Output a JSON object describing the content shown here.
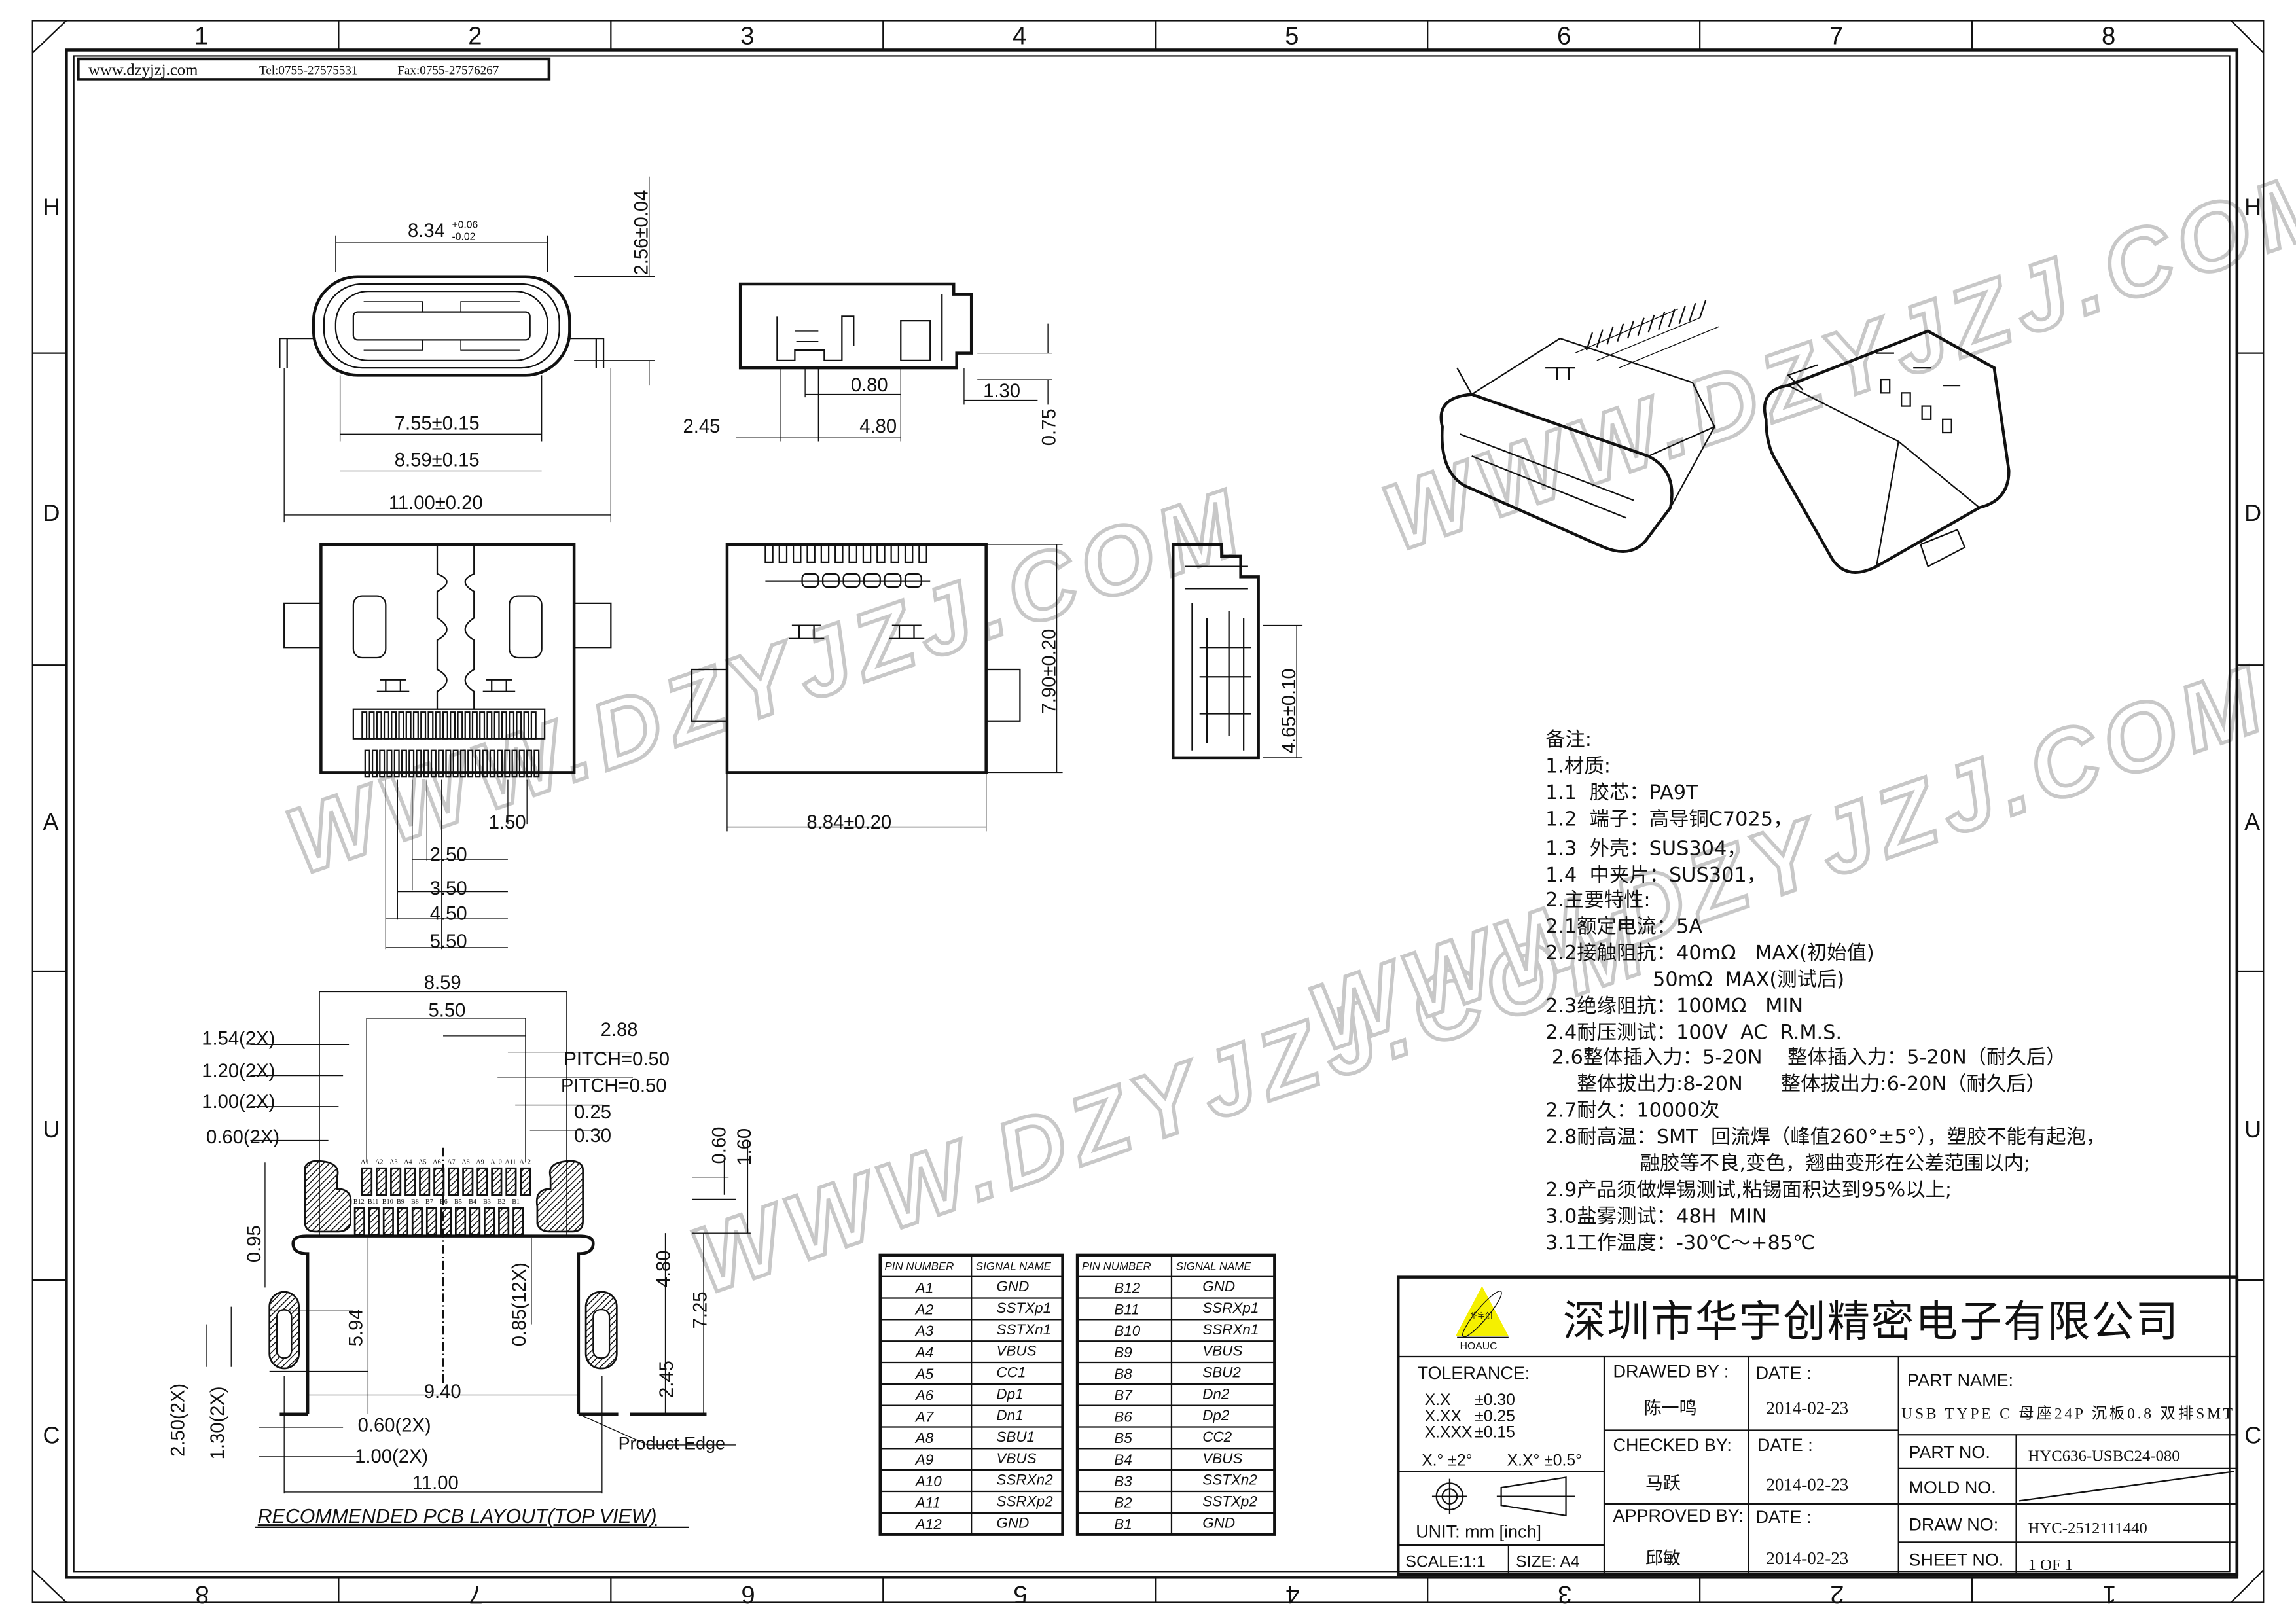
{
  "header": {
    "website": "www.dzyjzj.com",
    "tel": "Tel:0755-27575531",
    "fax": "Fax:0755-27576267"
  },
  "frame": {
    "columns_top": [
      "1",
      "2",
      "3",
      "4",
      "5",
      "6",
      "7",
      "8"
    ],
    "columns_bottom": [
      "8",
      "7",
      "6",
      "5",
      "4",
      "3",
      "2",
      "1"
    ],
    "rows": [
      "H",
      "D",
      "A",
      "U",
      "C"
    ]
  },
  "watermark": "WWW.DZYJZJ.COM",
  "front_view": {
    "width_main": "8.34",
    "width_tol_plus": "+0.06",
    "width_tol_minus": "-0.02",
    "height": "2.56±0.04",
    "inner": "7.55±0.15",
    "shell": "8.59±0.15",
    "overall": "11.00±0.20"
  },
  "side_view": {
    "d1": "0.80",
    "d2": "1.30",
    "d3": "2.45",
    "d4": "4.80",
    "d5": "0.75"
  },
  "top_view": {
    "d1": "1.50",
    "d2": "2.50",
    "d3": "3.50",
    "d4": "4.50",
    "d5": "5.50"
  },
  "bottom_view": {
    "height": "7.90±0.20",
    "width": "8.84±0.20"
  },
  "side_view2": {
    "height": "4.65±0.10"
  },
  "pcb": {
    "title": "RECOMMENDED  PCB  LAYOUT(TOP  VIEW)",
    "d_859": "8.59",
    "d_550": "5.50",
    "d_288": "2.88",
    "pitch1": "PITCH=0.50",
    "pitch2": "PITCH=0.50",
    "d_025": "0.25",
    "d_030": "0.30",
    "d_154": "1.54(2X)",
    "d_120": "1.20(2X)",
    "d_100": "1.00(2X)",
    "d_060": "0.60(2X)",
    "d_095": "0.95",
    "d_594": "5.94",
    "d_085": "0.85(12X)",
    "d_480": "4.80",
    "d_725": "7.25",
    "d_245": "2.45",
    "d_060v": "0.60",
    "d_160": "1.60",
    "d_250": "2.50(2X)",
    "d_130": "1.30(2X)",
    "d_940": "9.40",
    "d_060b": "0.60(2X)",
    "d_100b": "1.00(2X)",
    "d_1100": "11.00",
    "product_edge": "Product  Edge",
    "top_pins": [
      "A1",
      "A2",
      "A3",
      "A4",
      "A5",
      "A6",
      "A7",
      "A8",
      "A9",
      "A10",
      "A11",
      "A12"
    ],
    "bottom_pins": [
      "B12",
      "B11",
      "B10",
      "B9",
      "B8",
      "B7",
      "B6",
      "B5",
      "B4",
      "B3",
      "B2",
      "B1"
    ]
  },
  "pin_tables": {
    "header_pin": "PIN  NUMBER",
    "header_signal": "SIGNAL  NAME",
    "a": [
      [
        "A1",
        "GND"
      ],
      [
        "A2",
        "SSTXp1"
      ],
      [
        "A3",
        "SSTXn1"
      ],
      [
        "A4",
        "VBUS"
      ],
      [
        "A5",
        "CC1"
      ],
      [
        "A6",
        "Dp1"
      ],
      [
        "A7",
        "Dn1"
      ],
      [
        "A8",
        "SBU1"
      ],
      [
        "A9",
        "VBUS"
      ],
      [
        "A10",
        "SSRXn2"
      ],
      [
        "A11",
        "SSRXp2"
      ],
      [
        "A12",
        "GND"
      ]
    ],
    "b": [
      [
        "B12",
        "GND"
      ],
      [
        "B11",
        "SSRXp1"
      ],
      [
        "B10",
        "SSRXn1"
      ],
      [
        "B9",
        "VBUS"
      ],
      [
        "B8",
        "SBU2"
      ],
      [
        "B7",
        "Dn2"
      ],
      [
        "B6",
        "Dp2"
      ],
      [
        "B5",
        "CC2"
      ],
      [
        "B4",
        "VBUS"
      ],
      [
        "B3",
        "SSTXn2"
      ],
      [
        "B2",
        "SSTXp2"
      ],
      [
        "B1",
        "GND"
      ]
    ]
  },
  "notes": [
    "备注:",
    "1.材质:",
    "1.1  胶芯：PA9T",
    "1.2  端子：高导铜C7025，",
    "1.3  外壳：SUS304，",
    "1.4  中夹片：SUS301，",
    "2.主要特性:",
    "2.1额定电流：5A",
    "2.2接触阻抗：40mΩ   MAX(初始值)",
    "                 50mΩ  MAX(测试后)",
    "2.3绝缘阻抗：100MΩ   MIN",
    "2.4耐压测试：100V  AC  R.M.S.",
    " 2.6整体插入力：5-20N    整体插入力：5-20N（耐久后）",
    "     整体拔出力:8-20N      整体拔出力:6-20N（耐久后）",
    "2.7耐久：10000次",
    "2.8耐高温：SMT  回流焊（峰值260°±5°），塑胶不能有起泡，",
    "               融胶等不良,变色，翘曲变形在公差范围以内;",
    "2.9产品须做焊锡测试,粘锡面积达到95%以上;",
    "3.0盐雾测试：48H  MIN",
    "3.1工作温度：-30℃～+85℃"
  ],
  "title_block": {
    "company": "深圳市华宇创精密电子有限公司",
    "logo_text": "华宇创",
    "logo_brand": "HOAUC",
    "tolerance_label": "TOLERANCE:",
    "tol_rows": [
      [
        "X.X",
        "±0.30"
      ],
      [
        "X.XX",
        "±0.25"
      ],
      [
        "X.XXX",
        "±0.15"
      ]
    ],
    "angle_tol_1": "X.°  ±2°",
    "angle_tol_2": "X.X°  ±0.5°",
    "unit": "UNIT:  mm  [inch]",
    "scale": "SCALE:1:1",
    "size": "SIZE:  A4",
    "drawed_by_label": "DRAWED  BY :",
    "drawed_by": "陈一鸣",
    "checked_by_label": "CHECKED  BY:",
    "checked_by": "马跃",
    "approved_by_label": "APPROVED  BY:",
    "approved_by": "邱敏",
    "date_label": "DATE :",
    "date_drawed": "2014-02-23",
    "date_checked": "2014-02-23",
    "date_approved": "2014-02-23",
    "part_name_label": "PART  NAME:",
    "part_name": "USB TYPE C 母座24P 沉板0.8 双排SMT",
    "part_no_label": "PART  NO.",
    "part_no": "HYC636-USBC24-080",
    "mold_no_label": "MOLD  NO.",
    "draw_no_label": "DRAW  NO:",
    "draw_no": "HYC-2512111440",
    "sheet_no_label": "SHEET  NO.",
    "sheet_no": "1  OF  1"
  },
  "colors": {
    "logo_yellow": "#f5f000",
    "line": "#111111",
    "watermark": "#c8c8c8"
  }
}
